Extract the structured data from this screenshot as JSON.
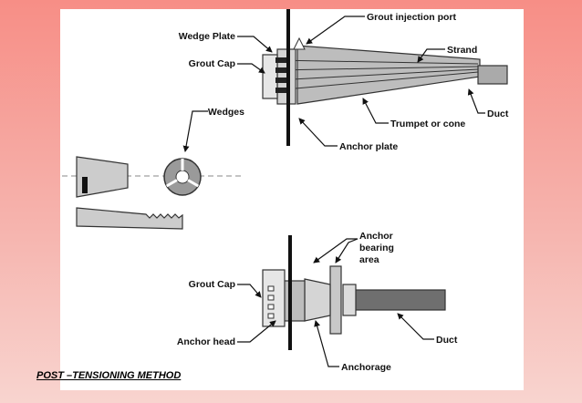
{
  "caption": "POST –TENSIONING METHOD",
  "labels": {
    "wedge_plate": "Wedge Plate",
    "grout_cap_top": "Grout Cap",
    "wedges": "Wedges",
    "grout_injection_port": "Grout injection port",
    "strand": "Strand",
    "duct_top": "Duct",
    "trumpet_or_cone": "Trumpet or cone",
    "anchor_plate": "Anchor plate",
    "anchor_bearing_area_1": "Anchor",
    "anchor_bearing_area_2": "bearing",
    "anchor_bearing_area_3": "area",
    "grout_cap_bottom": "Grout Cap",
    "anchor_head": "Anchor head",
    "duct_bottom": "Duct",
    "anchorage": "Anchorage"
  }
}
